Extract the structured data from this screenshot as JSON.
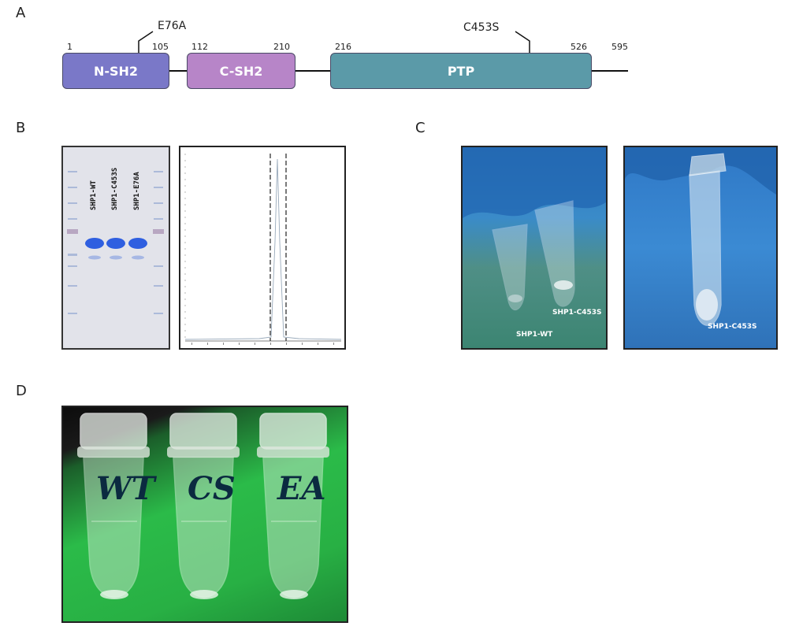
{
  "panels": {
    "a": "A",
    "b": "B",
    "c": "C",
    "d": "D"
  },
  "domain_map": {
    "domains": [
      {
        "name": "N-SH2",
        "start": "1",
        "end": "105",
        "color": "#7a78c8"
      },
      {
        "name": "C-SH2",
        "start": "112",
        "end": "210",
        "color": "#b785c8"
      },
      {
        "name": "PTP",
        "start": "216",
        "end": "526",
        "color": "#5b9aa8"
      }
    ],
    "length": "595",
    "mutations": [
      {
        "label": "E76A"
      },
      {
        "label": "C453S"
      }
    ]
  },
  "gel": {
    "lanes": [
      "SHP1-WT",
      "SHP1-C453S",
      "SHP1-E76A"
    ],
    "band_color": "#2f5fe0"
  },
  "panel_c": {
    "left_labels": [
      "SHP1-C453S",
      "SHP1-WT"
    ],
    "right_label": "SHP1-C453S"
  },
  "panel_d": {
    "tube_labels": [
      "WT",
      "CS",
      "EA"
    ]
  }
}
